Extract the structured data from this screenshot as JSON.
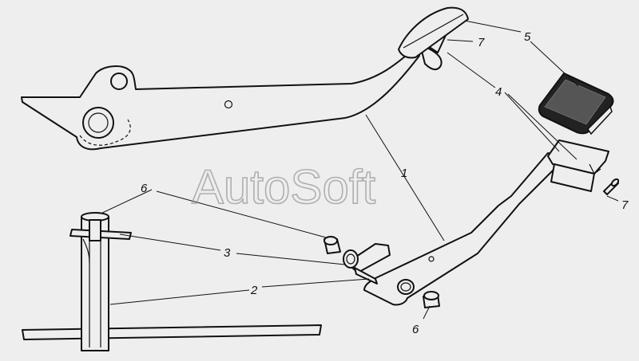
{
  "watermark": "AutoSoft",
  "callouts": {
    "label_1": "1",
    "label_2": "2",
    "label_3": "3",
    "label_4": "4",
    "label_5": "5",
    "label_6_top": "6",
    "label_6_bottom": "6",
    "label_7_top": "7",
    "label_7_right": "7"
  },
  "colors": {
    "background": "#eeeeee",
    "lines": "#111111",
    "watermark": "#9a9a9a"
  }
}
